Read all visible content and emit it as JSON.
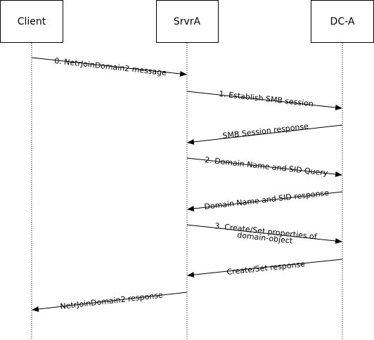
{
  "participants": [
    {
      "id": "client",
      "label": "Client"
    },
    {
      "id": "srvra",
      "label": "SrvrA"
    },
    {
      "id": "dca",
      "label": "DC-A"
    }
  ],
  "messages": [
    {
      "text": "0. NetrJoinDomain2 message"
    },
    {
      "text": "1. Establish SMB session"
    },
    {
      "text": "SMB Session response"
    },
    {
      "text": "2. Domain Name and SID Query"
    },
    {
      "text": "Domain Name and SID response"
    },
    {
      "text": "3. Create/Set properties of"
    },
    {
      "text": "domain-object"
    },
    {
      "text": "Create/Set response"
    },
    {
      "text": "NetrJoinDomain2 response"
    }
  ]
}
